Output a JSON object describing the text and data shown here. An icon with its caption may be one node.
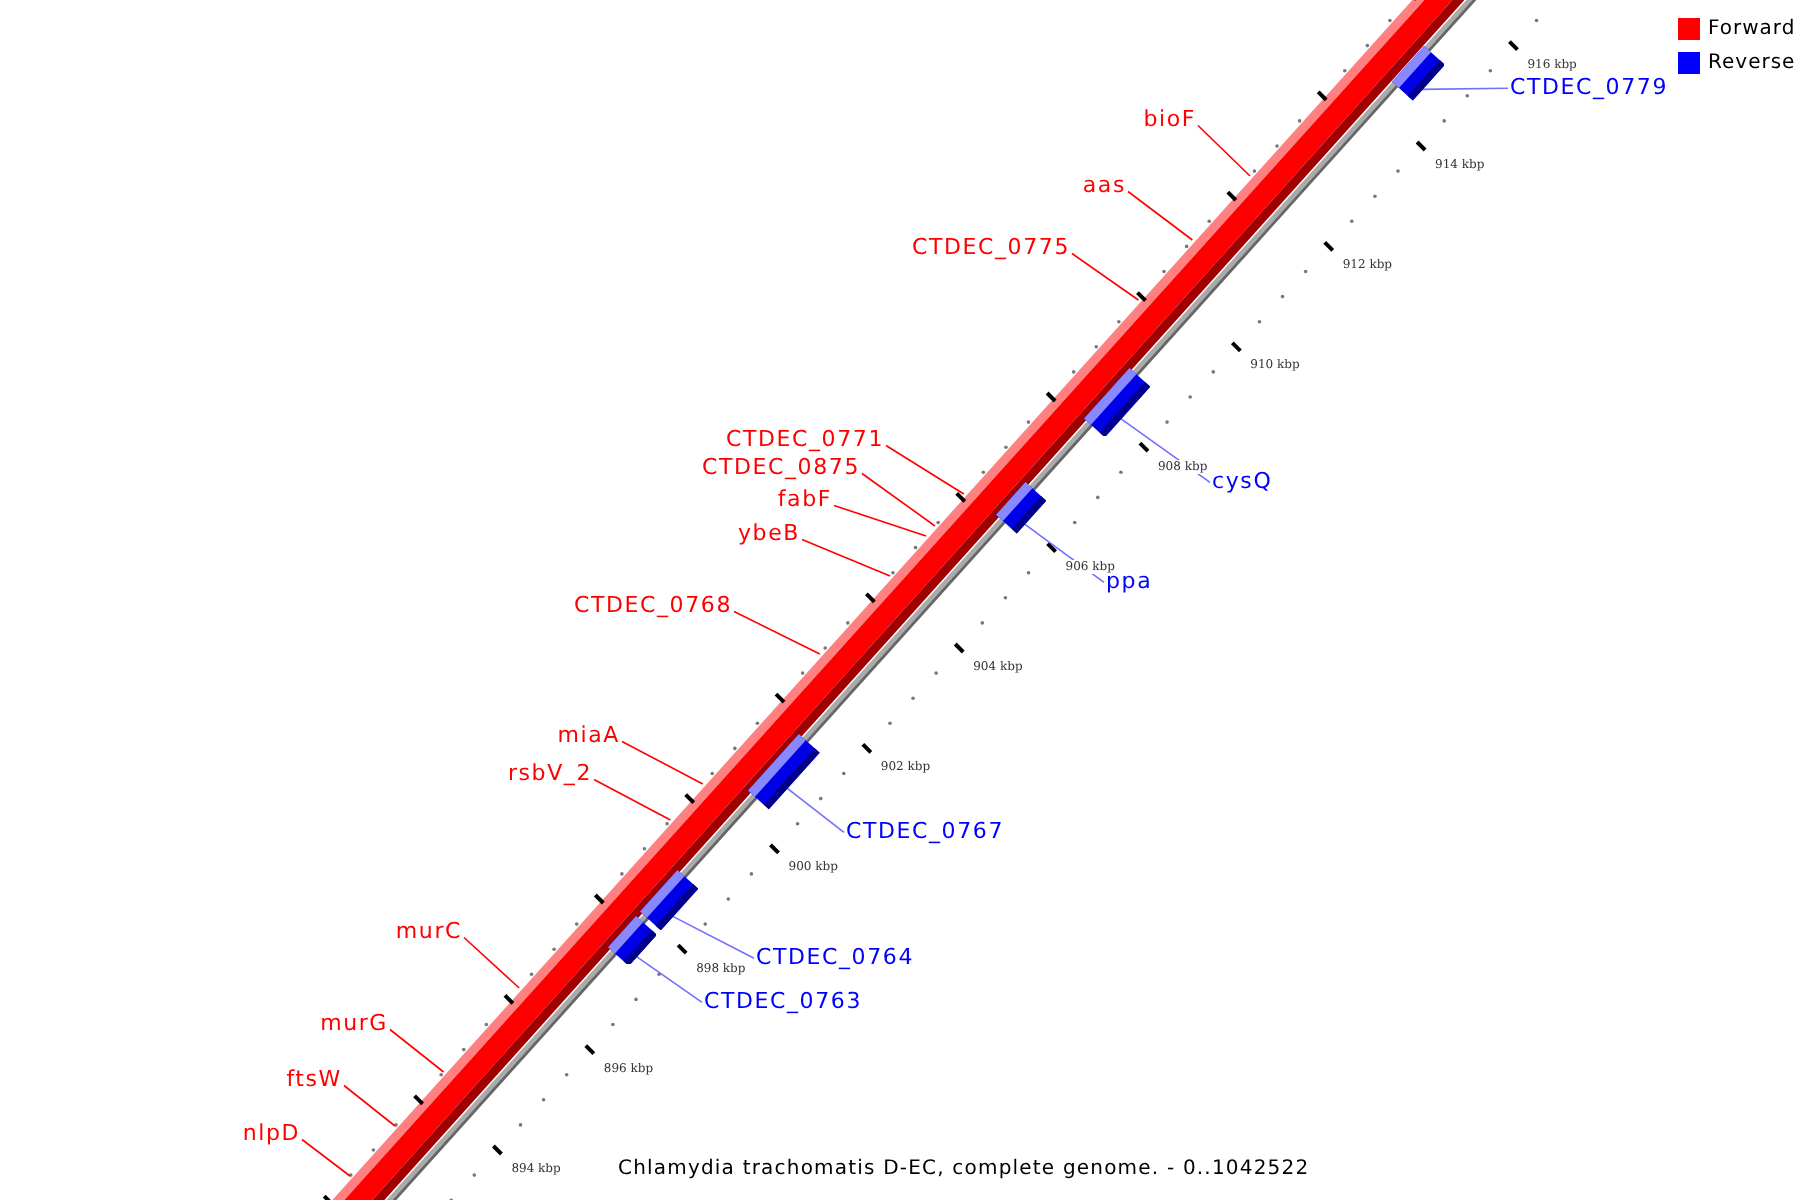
{
  "diagram": {
    "caption": "Chlamydia trachomatis D-EC, complete genome. - 0..1042522",
    "nodes": [
      {
        "text": [
          "CTDEC_0779"
        ]
      },
      {
        "text": [],
        "shape": "box"
      },
      {
        "text": [
          "bioF"
        ]
      },
      {
        "text": [
          "aas"
        ]
      },
      {
        "text": [
          "CTDEC_0775"
        ]
      },
      {
        "text": [],
        "shape": "box"
      },
      {
        "text": [
          "CTDEC_0771"
        ]
      },
      {
        "text": [
          "CTDEC_0875"
        ]
      },
      {
        "text": [
          "cysQ"
        ]
      },
      {
        "text": [
          "fabF"
        ]
      },
      {
        "text": [],
        "shape": "box"
      },
      {
        "text": [
          "ybeB"
        ]
      },
      {
        "text": [
          "ppa"
        ]
      },
      {
        "text": [
          "CTDEC_0768"
        ]
      },
      {
        "text": [
          "miaA"
        ]
      },
      {
        "text": [],
        "shape": "box"
      },
      {
        "text": [
          "rsbV_2"
        ]
      },
      {
        "text": [
          "CTDEC_0767"
        ]
      },
      {
        "text": [],
        "shape": "box"
      },
      {
        "text": [
          "murC"
        ]
      },
      {
        "text": [],
        "shape": "box"
      },
      {
        "text": [
          "CTDEC_0764"
        ]
      },
      {
        "text": [
          "CTDEC_0763"
        ]
      },
      {
        "text": [
          "murG"
        ]
      },
      {
        "text": [
          "ftsW"
        ]
      },
      {
        "text": [
          "nlpD"
        ]
      }
    ],
    "edges": [
      {
        "from": 0,
        "to": 1,
        "arrow": "none",
        "color": "#7070ff"
      },
      {
        "from": 2,
        "to": null,
        "arrow": "none"
      },
      {
        "from": 3,
        "to": null,
        "arrow": "none"
      },
      {
        "from": 4,
        "to": null,
        "arrow": "none"
      },
      {
        "from": 6,
        "to": null,
        "arrow": "none"
      },
      {
        "from": 7,
        "to": null,
        "arrow": "none"
      },
      {
        "from": 8,
        "to": 5,
        "arrow": "none",
        "color": "#7070ff"
      },
      {
        "from": 9,
        "to": null,
        "arrow": "none"
      },
      {
        "from": 11,
        "to": null,
        "arrow": "none"
      },
      {
        "from": 12,
        "to": 10,
        "arrow": "none",
        "color": "#7070ff"
      },
      {
        "from": 13,
        "to": null,
        "arrow": "none"
      },
      {
        "from": 14,
        "to": null,
        "arrow": "none"
      },
      {
        "from": 16,
        "to": null,
        "arrow": "none"
      },
      {
        "from": 17,
        "to": 15,
        "arrow": "none",
        "color": "#7070ff"
      },
      {
        "from": 19,
        "to": null,
        "arrow": "none"
      },
      {
        "from": 21,
        "to": 18,
        "arrow": "none",
        "color": "#7070ff"
      },
      {
        "from": 22,
        "to": 20,
        "arrow": "none",
        "color": "#7070ff"
      },
      {
        "from": 23,
        "to": null,
        "arrow": "none"
      },
      {
        "from": 24,
        "to": null,
        "arrow": "none"
      },
      {
        "from": 25,
        "to": null,
        "arrow": "none"
      }
    ],
    "labels": [
      "916 kbp",
      "914 kbp",
      "912 kbp",
      "910 kbp",
      "908 kbp",
      "906 kbp",
      "904 kbp",
      "902 kbp",
      "900 kbp",
      "898 kbp",
      "896 kbp",
      "894 kbp"
    ],
    "legend": [
      {
        "text": "Forward",
        "color": "#ff0000"
      },
      {
        "text": "Reverse",
        "color": "#0000ff"
      }
    ]
  }
}
